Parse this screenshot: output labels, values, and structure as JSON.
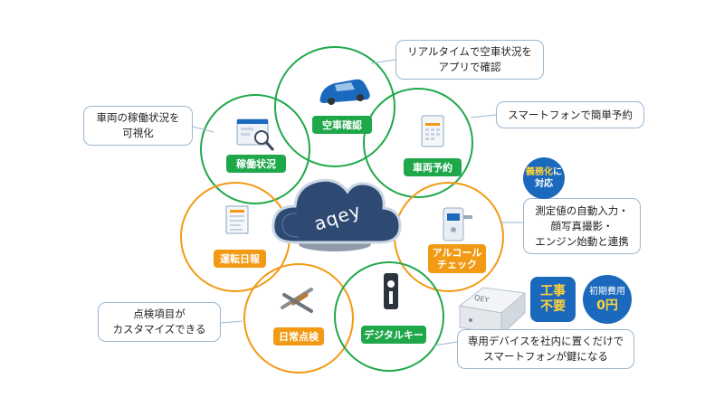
{
  "services": {
    "vacancy": "空車確認",
    "reservation": "車両予約",
    "alcohol_line1": "アルコール",
    "alcohol_line2": "チェック",
    "digital_key": "デジタルキー",
    "daily_inspection": "日常点検",
    "driving_log": "運転日報",
    "utilization": "稼働状況"
  },
  "callouts": {
    "vacancy_line1": "リアルタイムで空車状況を",
    "vacancy_line2": "アプリで確認",
    "reservation": "スマートフォンで簡単予約",
    "alcohol_line1": "測定値の自動入力・",
    "alcohol_line2": "顔写真撮影・",
    "alcohol_line3": "エンジン始動と連携",
    "device_line1": "専用デバイスを社内に置くだけで",
    "device_line2": "スマートフォンが鍵になる",
    "inspection_line1": "点検項目が",
    "inspection_line2": "カスタマイズできる",
    "utilization_line1": "車両の稼働状況を",
    "utilization_line2": "可視化"
  },
  "badges": {
    "mandatory_line1": "義務化",
    "mandatory_suffix": "に",
    "mandatory_line2": "対応",
    "no_construction_line1": "工事",
    "no_construction_line2": "不要",
    "initial_cost_line1": "初期費用",
    "initial_cost_line2": "0円"
  },
  "logo": {
    "text": "aqey"
  },
  "device": {
    "text": "QEY"
  },
  "colors": {
    "green": "#1fa84a",
    "orange": "#f29a14",
    "blue_badge": "#1b69bd",
    "cloud_navy": "#2e4a72",
    "bubble_border": "#9bb7cf"
  }
}
